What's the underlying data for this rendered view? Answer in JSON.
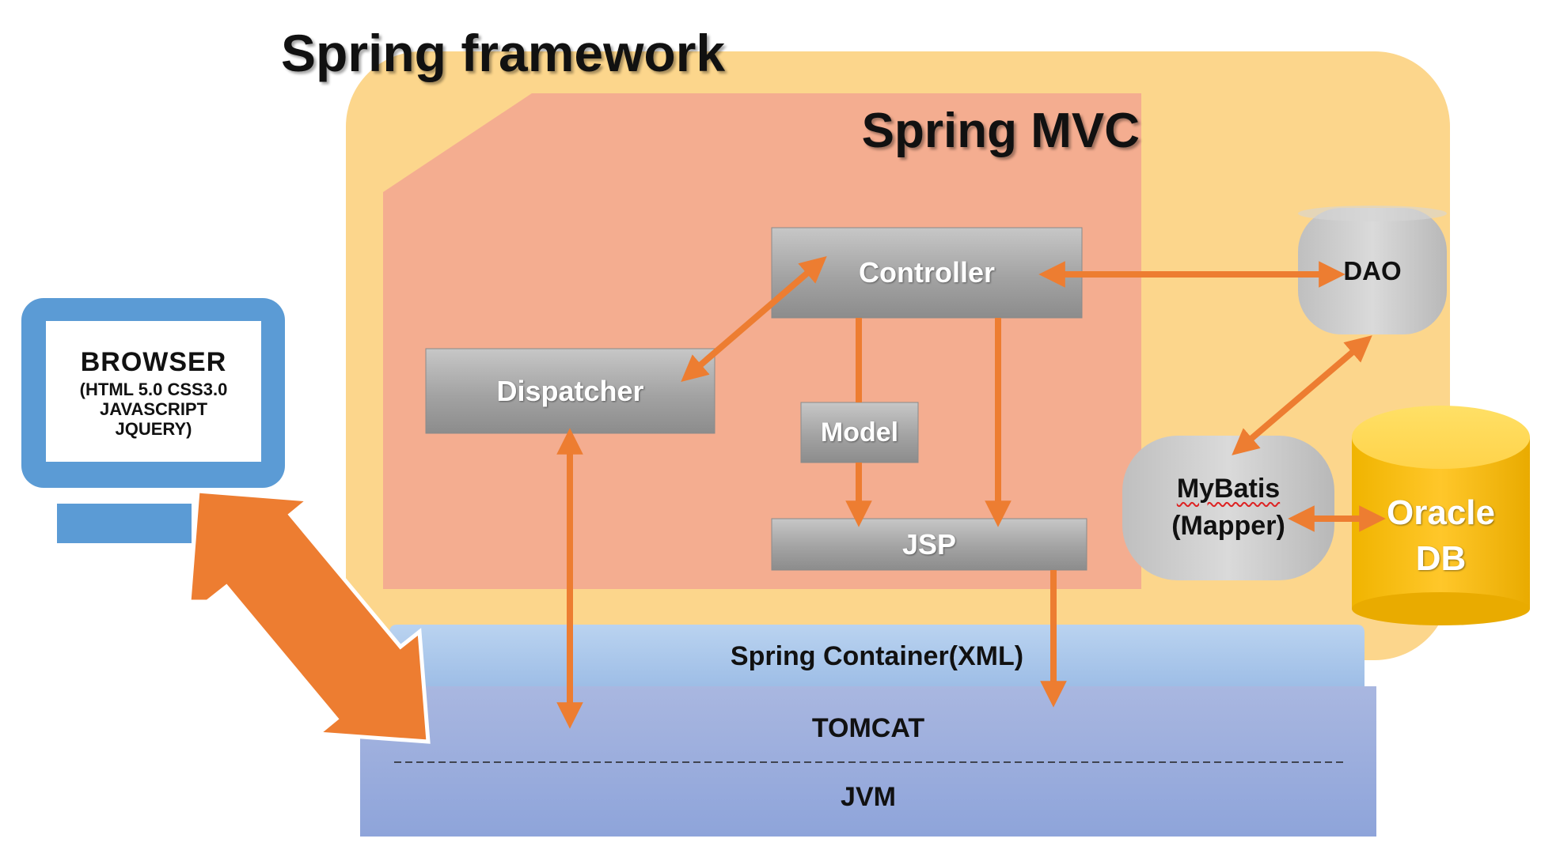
{
  "spring_framework": {
    "title": "Spring framework"
  },
  "spring_mvc": {
    "title": "Spring MVC"
  },
  "components": {
    "controller": "Controller",
    "dispatcher": "Dispatcher",
    "model": "Model",
    "jsp": "JSP",
    "dao": "DAO",
    "mybatis_name": "MyBatis",
    "mybatis_sub": "(Mapper)",
    "oracle_line1": "Oracle",
    "oracle_line2": "DB"
  },
  "browser": {
    "title": "BROWSER",
    "line1": "(HTML 5.0 CSS3.0",
    "line2": "JAVASCRIPT",
    "line3": "JQUERY)"
  },
  "infrastructure": {
    "spring_container": "Spring Container(XML)",
    "tomcat": "TOMCAT",
    "jvm": "JVM"
  },
  "colors": {
    "framework_fill": "#fcd68c",
    "mvc_fill": "#f4ad90",
    "box_gray": "#a8a8a8",
    "arrow_orange": "#ed7d31",
    "browser_blue": "#5b9bd5",
    "oracle_gold": "#ffc000",
    "container_blue": "#a9c6ea",
    "tomcat_jvm_blue": "#9aaedd"
  }
}
